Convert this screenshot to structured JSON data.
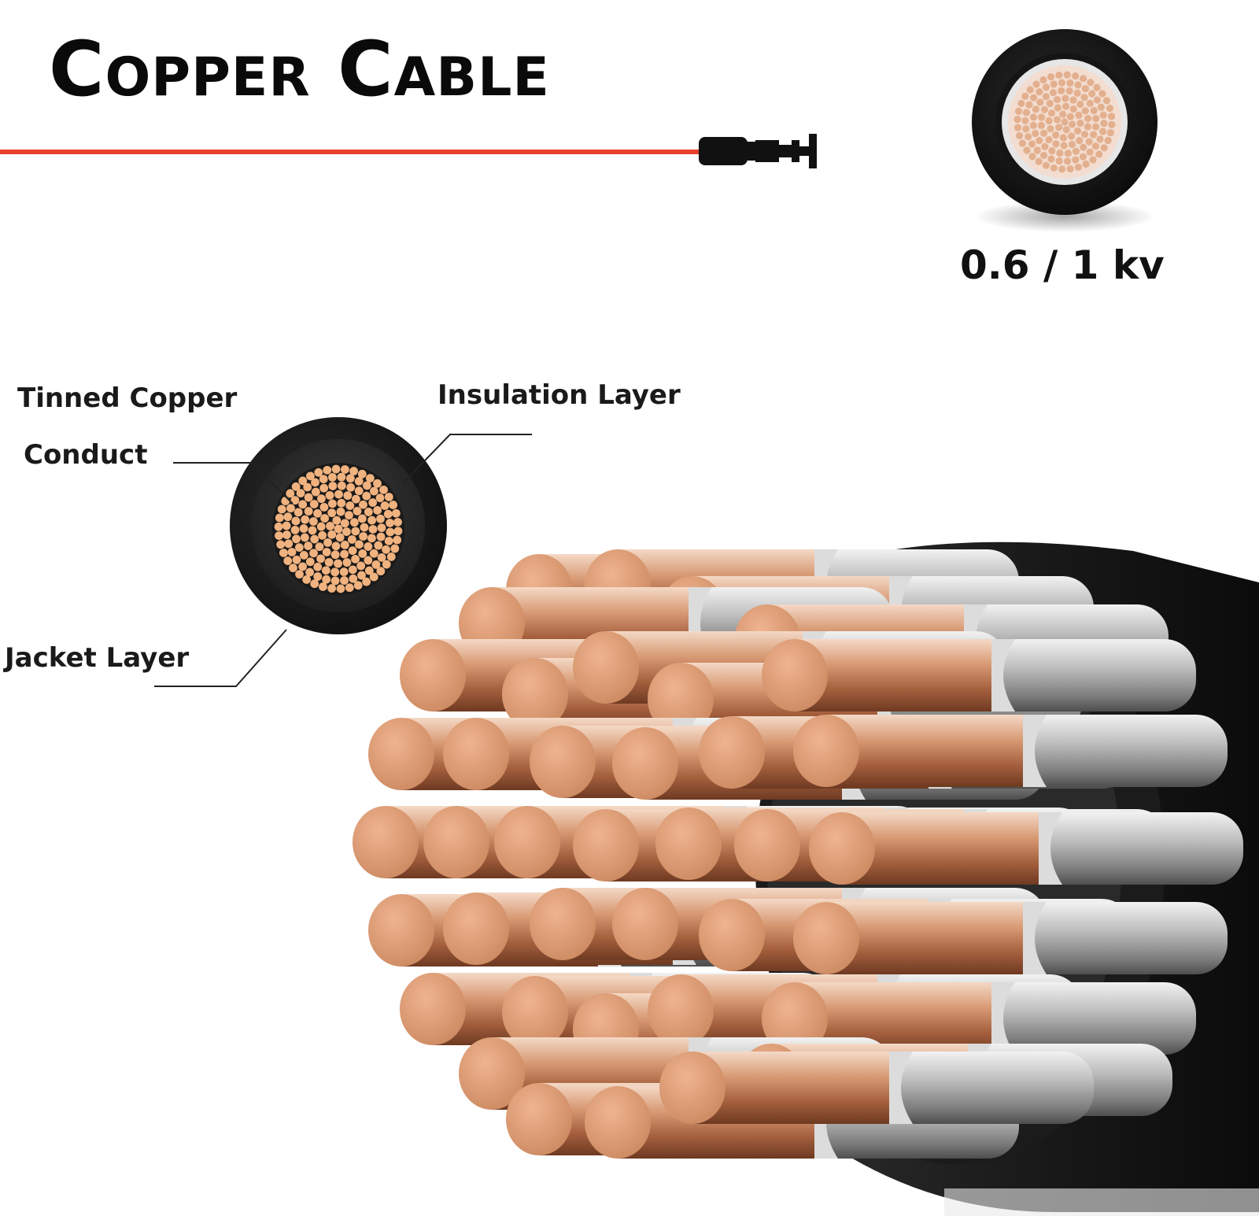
{
  "title": {
    "first_initial": "C",
    "first_rest": "OPPER",
    "second_initial": "C",
    "second_rest": "ABLE"
  },
  "voltage_rating": "0.6 / 1 kv",
  "labels": {
    "tinned_copper": "Tinned Copper",
    "conduct": "Conduct",
    "insulation_layer": "Insulation Layer",
    "jacket_layer": "Jacket Layer"
  },
  "colors": {
    "accent_line": "#e8412f",
    "copper": "#e0a27c",
    "copper_dark": "#b5704d",
    "jacket": "#1c1c1c",
    "insulation": "#d9d9d9"
  },
  "icons": [
    "cable-connector-icon",
    "cable-cross-section-icon"
  ]
}
